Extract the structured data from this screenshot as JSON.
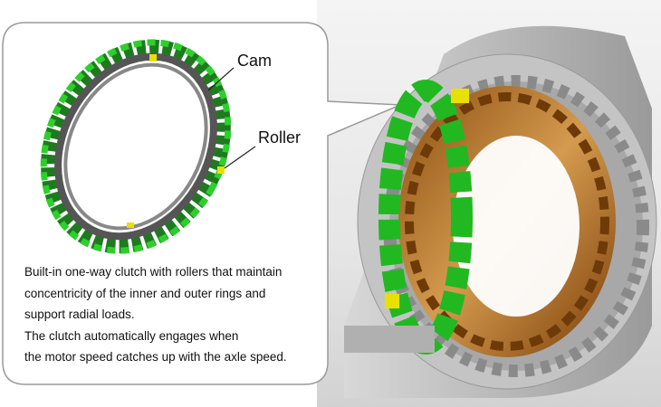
{
  "labels": {
    "cam": "Cam",
    "roller": "Roller"
  },
  "description": [
    "Built-in one-way clutch with rollers that maintain",
    "concentricity of the inner and outer rings and",
    "support radial loads.",
    "The clutch automatically engages when",
    "the motor speed catches up with the axle speed."
  ],
  "colors": {
    "roller_green": "#22b822",
    "roller_yellow": "#e8e000",
    "housing": "#b8b8b8",
    "hub_bronze": "#b5701e"
  }
}
